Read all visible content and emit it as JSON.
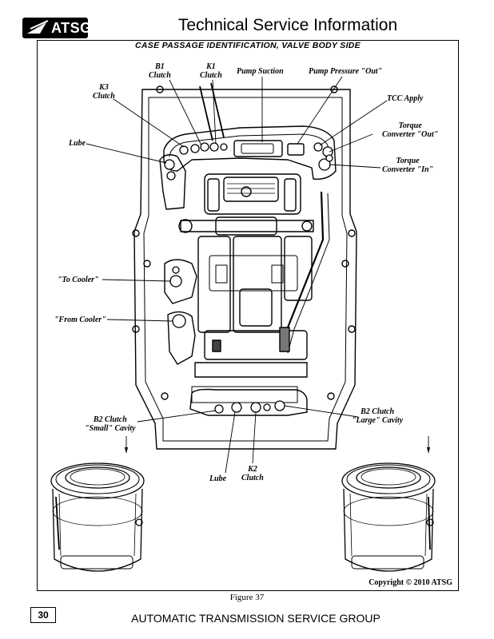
{
  "header": {
    "logo_text": "ATSG",
    "title": "Technical Service Information"
  },
  "figure": {
    "caption": "CASE PASSAGE IDENTIFICATION, VALVE BODY SIDE",
    "labels": {
      "b1_clutch": [
        "B1",
        "Clutch"
      ],
      "k1_clutch": [
        "K1",
        "Clutch"
      ],
      "pump_suction": "Pump Suction",
      "pump_pressure_out": "Pump Pressure \"Out\"",
      "k3_clutch": [
        "K3",
        "Clutch"
      ],
      "tcc_apply": "TCC Apply",
      "torque_converter_out": [
        "Torque",
        "Converter \"Out\""
      ],
      "lube_upper": "Lube",
      "torque_converter_in": [
        "Torque",
        "Converter \"In\""
      ],
      "to_cooler": "\"To Cooler\"",
      "from_cooler": "\"From Cooler\"",
      "b2_clutch_small": [
        "B2 Clutch",
        "\"Small\" Cavity"
      ],
      "b2_clutch_large": [
        "B2 Clutch",
        "\"Large\" Cavity"
      ],
      "lube_lower": "Lube",
      "k2_clutch": [
        "K2",
        "Clutch"
      ]
    },
    "copyright": "Copyright © 2010 ATSG",
    "figure_number": "Figure 37"
  },
  "footer": {
    "page_number": "30",
    "org": "AUTOMATIC TRANSMISSION SERVICE GROUP"
  }
}
